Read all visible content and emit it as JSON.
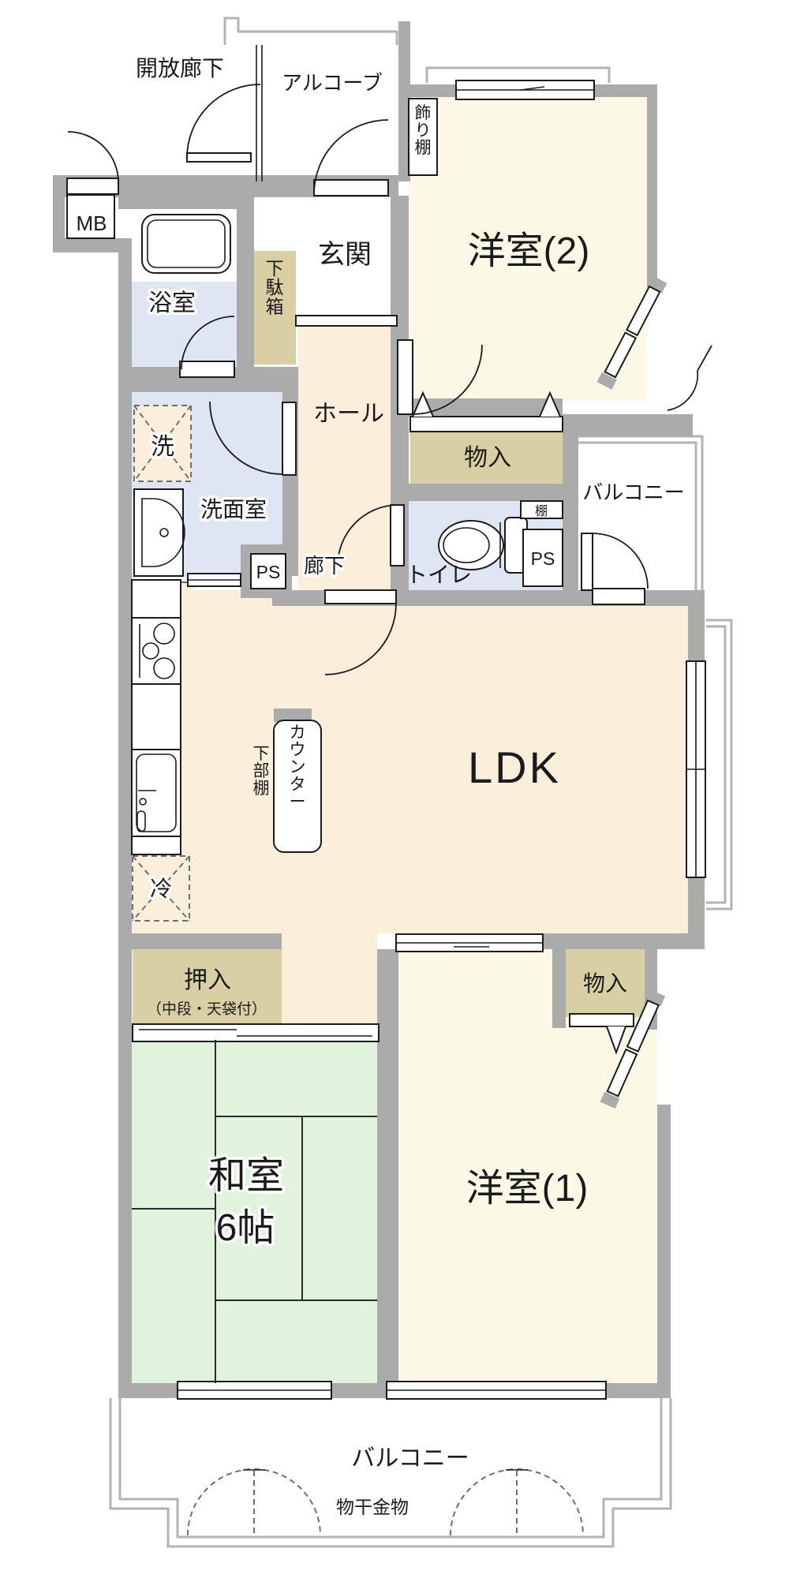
{
  "floorplan": {
    "labels": {
      "open_corridor": "開放廊下",
      "alcove": "アルコーブ",
      "mb": "MB",
      "display_shelf": "飾り棚",
      "entrance": "玄関",
      "shoe_cabinet": "下駄箱",
      "western_room_2": "洋室(2)",
      "bathroom": "浴室",
      "hall": "ホール",
      "storage_upper": "物入",
      "balcony_side": "バルコニー",
      "laundry": "洗",
      "washroom": "洗面室",
      "ps_left": "PS",
      "corridor": "廊下",
      "toilet": "トイレ",
      "shelf": "棚",
      "ps_right": "PS",
      "ldk": "LDK",
      "counter": "カウンター",
      "lower_shelf": "下部棚",
      "fridge": "冷",
      "oshiire": "押入",
      "oshiire_note": "（中段・天袋付）",
      "storage_w1": "物入",
      "japanese_room": "和室",
      "japanese_room_size": "6帖",
      "western_room_1": "洋室(1)",
      "balcony_bottom": "バルコニー",
      "laundry_hardware": "物干金物"
    },
    "colors": {
      "wall_gray": "#ABABAB",
      "floor_cream": "#FBEFDC",
      "room_yellow": "#FBF9E5",
      "tatami_green": "#E1F3DD",
      "water_blue": "#DFE5F2",
      "closet_tan": "#D8CFA4",
      "outline_gray": "#B3B3B3",
      "line_black": "#1B1B1B"
    }
  }
}
